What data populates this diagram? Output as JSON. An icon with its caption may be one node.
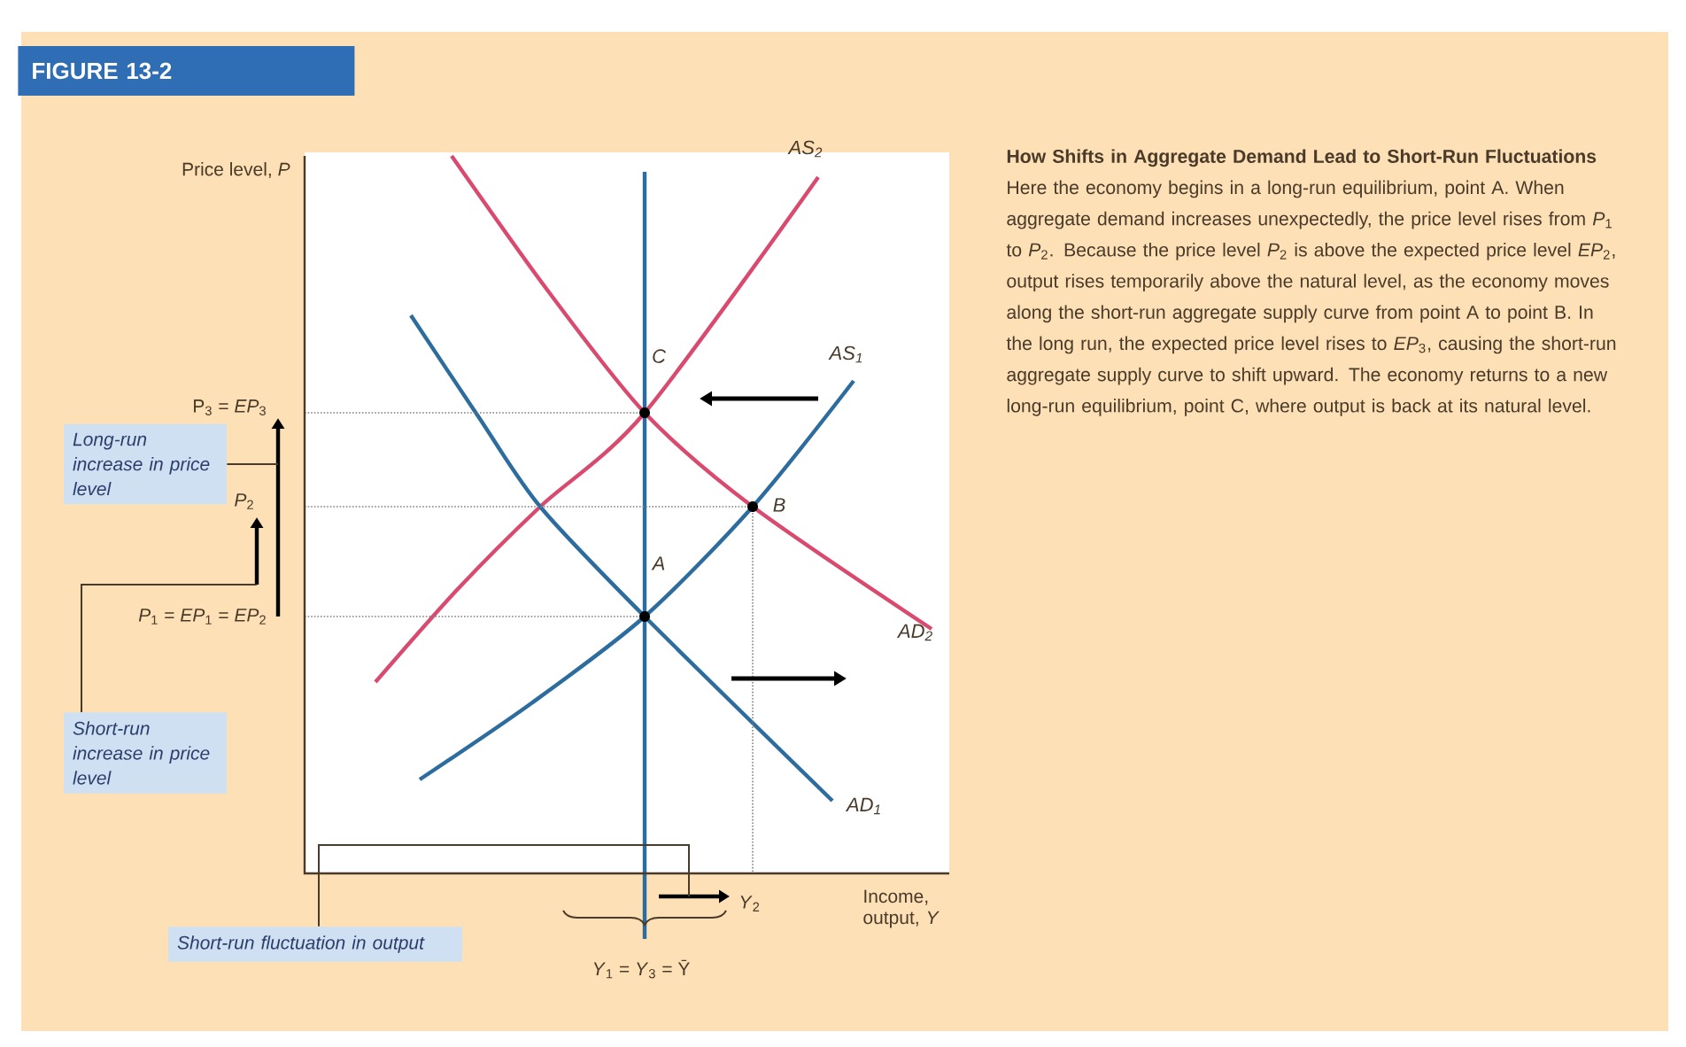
{
  "diagram": {
    "title": "FIGURE 13-2",
    "caption": "**How Shifts in Aggregate Demand Lead to Short-Run Fluctuations** Here the economy begins in a long-run equilibrium, point A. When aggregate demand increases unexpectedly, the price level rises from *P*$_{1}$ to *P*$_{2}$. Because the price level *P*$_{2}$ is above the expected price level *EP*$_{2}$, output rises temporarily above the natural level, as the economy moves along the short-run aggregate supply curve from point A to point B. In the long run, the expected price level rises to *EP*$_{3}$, causing the short-run aggregate supply curve to shift upward. The economy returns to a new long-run equilibrium, point C, where output is back at its natural level.",
    "nodes": [
      {
        "text": [
          "Long-run increase in price level"
        ]
      },
      {
        "text": [
          "Short-run increase in price level"
        ]
      },
      {
        "text": [
          "Short-run fluctuation in output"
        ]
      }
    ],
    "edges": [
      {
        "from": 0,
        "to": null,
        "arrow": "none"
      },
      {
        "from": 1,
        "to": null,
        "arrow": "none"
      },
      {
        "from": 2,
        "to": null,
        "arrow": "none"
      }
    ],
    "labels": [
      "Price level, *P*",
      "AS$_{2}$",
      "C",
      "AS$_{1}$",
      "P$_{3}$ = *EP*$_{3}$",
      "*P*$_{2}$",
      "B",
      "A",
      "AD$_{2}$",
      "*P*$_{1}$ = *EP*$_{1}$ = *EP*$_{2}$",
      "AD$_{1}$",
      "*Y*$_{2}$",
      "Income, output, *Y*",
      "*Y*$_{1}$ = *Y*$_{3}$ = Ȳ"
    ]
  }
}
